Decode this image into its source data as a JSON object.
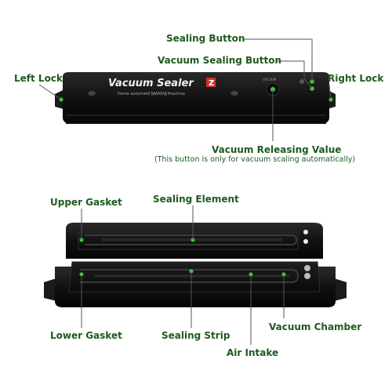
{
  "device": {
    "brand_text": "Vacuum Sealer Z",
    "tagline": "Home automatic packing machine"
  },
  "labels": {
    "sealing_button": "Sealing Button",
    "vacuum_sealing_button": "Vacuum Sealing Button",
    "left_lock": "Left Lock",
    "right_lock": "Right Lock",
    "vacuum_releasing_value": "Vacuum Releasing Value",
    "vacuum_releasing_note": "(This button is only for vacuum scaling automatically)",
    "upper_gasket": "Upper Gasket",
    "sealing_element": "Sealing Element",
    "lower_gasket": "Lower Gasket",
    "sealing_strip": "Sealing Strip",
    "air_intake": "Air Intake",
    "vacuum_chamber": "Vacuum Chamber"
  },
  "colors": {
    "label_text": "#1e5a1e",
    "leader_line": "#555555",
    "marker": "#3cd23c",
    "device_body": "#141414"
  }
}
